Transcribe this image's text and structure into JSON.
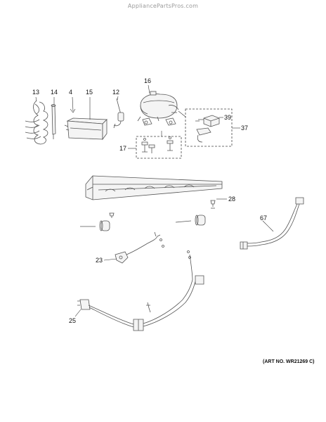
{
  "watermark": "AppliancePartsPros.com",
  "art_number": "(ART NO. WR21269 C)",
  "callouts": {
    "c13": "13",
    "c14": "14",
    "c4": "4",
    "c15": "15",
    "c12": "12",
    "c16": "16",
    "c39": "39",
    "c37": "37",
    "c17": "17",
    "c28": "28",
    "c67": "67",
    "c23": "23",
    "c25": "25"
  }
}
